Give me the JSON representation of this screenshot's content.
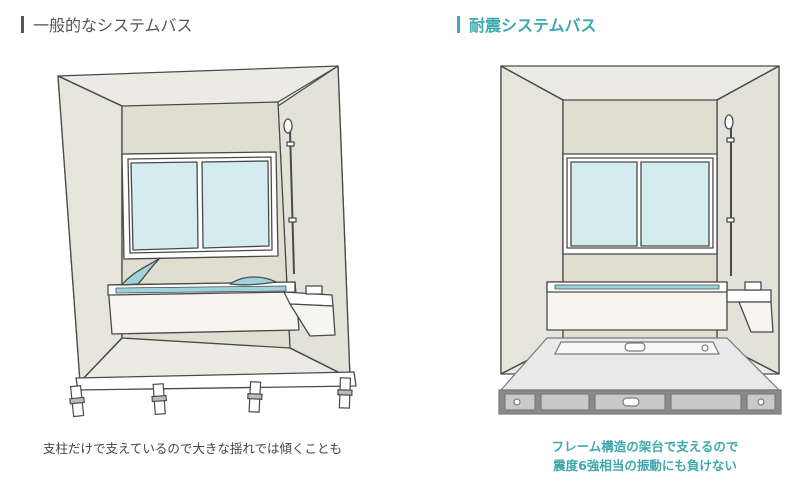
{
  "left_panel": {
    "title": "一般的なシステムバス",
    "caption": "支柱だけで支えているので大きな揺れでは傾くことも"
  },
  "right_panel": {
    "title": "耐震システムバス",
    "caption_line1": "フレーム構造の架台で支えるので",
    "caption_line2": "震度6強相当の振動にも負けない"
  },
  "colors": {
    "accent": "#3fa8ae",
    "heading_gray": "#555555",
    "wall": "#ecebe3",
    "outline": "#4a4a4a",
    "water": "#9fd3db",
    "glass": "#d4ebef"
  }
}
